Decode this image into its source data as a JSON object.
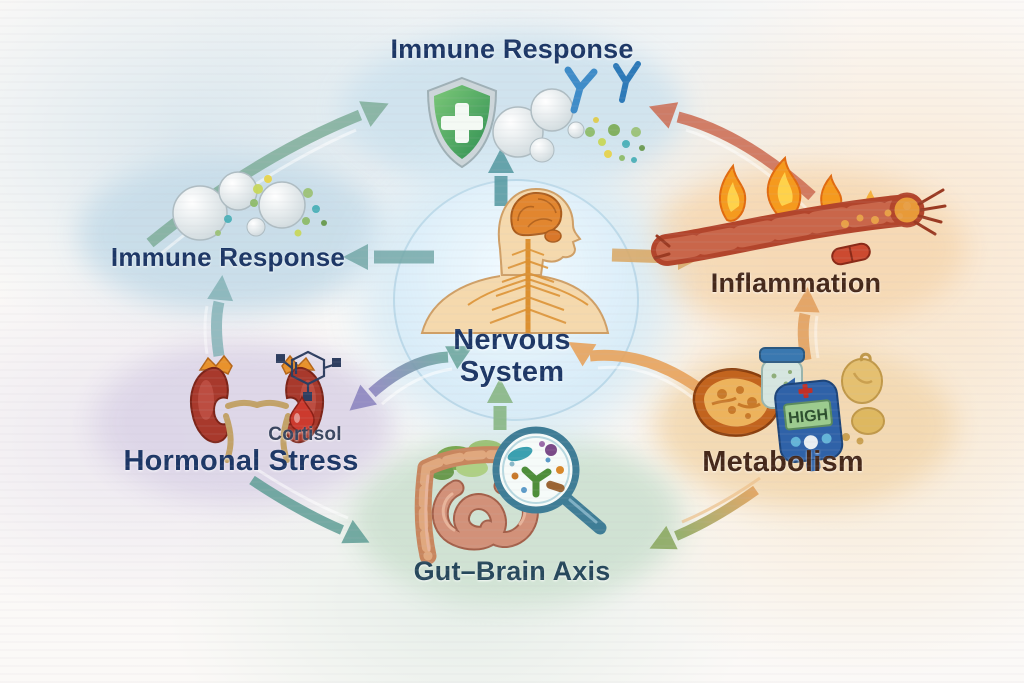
{
  "diagram": {
    "center": {
      "id": "nervous-system",
      "label": "Nervous System",
      "lines": [
        "Nervous",
        "System"
      ]
    },
    "nodes": [
      {
        "id": "immune-top",
        "label": "Immune Response"
      },
      {
        "id": "inflammation",
        "label": "Inflammation"
      },
      {
        "id": "metabolism",
        "label": "Metabolism",
        "meter_reading": "HIGH"
      },
      {
        "id": "gut-brain",
        "label": "Gut–Brain Axis"
      },
      {
        "id": "hormonal-stress",
        "label": "Hormonal Stress",
        "annotation": "Cortisol"
      },
      {
        "id": "immune-left",
        "label": "Immune Response"
      }
    ],
    "edges": [
      {
        "from": "nervous-system",
        "to": "immune-top",
        "style": "straight",
        "color": "#569aa2"
      },
      {
        "from": "nervous-system",
        "to": "immune-left",
        "style": "straight",
        "color": "#74a8a8"
      },
      {
        "from": "nervous-system",
        "to": "inflammation",
        "style": "straight",
        "color": "#d9a967"
      },
      {
        "from": "gut-brain",
        "to": "nervous-system",
        "style": "straight",
        "color": "#86b581"
      },
      {
        "from": "nervous-system",
        "to": "hormonal-stress",
        "style": "curved",
        "bidirectional": true,
        "color": "#8d86c0"
      },
      {
        "from": "nervous-system",
        "to": "metabolism",
        "style": "curved",
        "bidirectional": true,
        "color": "#e8a35c"
      },
      {
        "from": "hormonal-stress",
        "to": "immune-left",
        "style": "straight",
        "color": "#7fb0b4"
      },
      {
        "from": "metabolism",
        "to": "inflammation",
        "style": "straight",
        "color": "#e09a55"
      },
      {
        "from": "immune-left",
        "to": "immune-top",
        "style": "curved",
        "color": "#7fae9a"
      },
      {
        "from": "inflammation",
        "to": "immune-top",
        "style": "curved",
        "color": "#cc6a50"
      },
      {
        "from": "hormonal-stress",
        "to": "gut-brain",
        "style": "curved",
        "color": "#5f9e96"
      },
      {
        "from": "metabolism",
        "to": "gut-brain",
        "style": "curved",
        "color": "#8aa85f"
      }
    ]
  },
  "colors": {
    "label_navy": "#1d3766",
    "label_brown": "#45281a",
    "label_slate": "#27485c",
    "annotation_gray": "#3a4660",
    "background": "#fbf9f7"
  }
}
